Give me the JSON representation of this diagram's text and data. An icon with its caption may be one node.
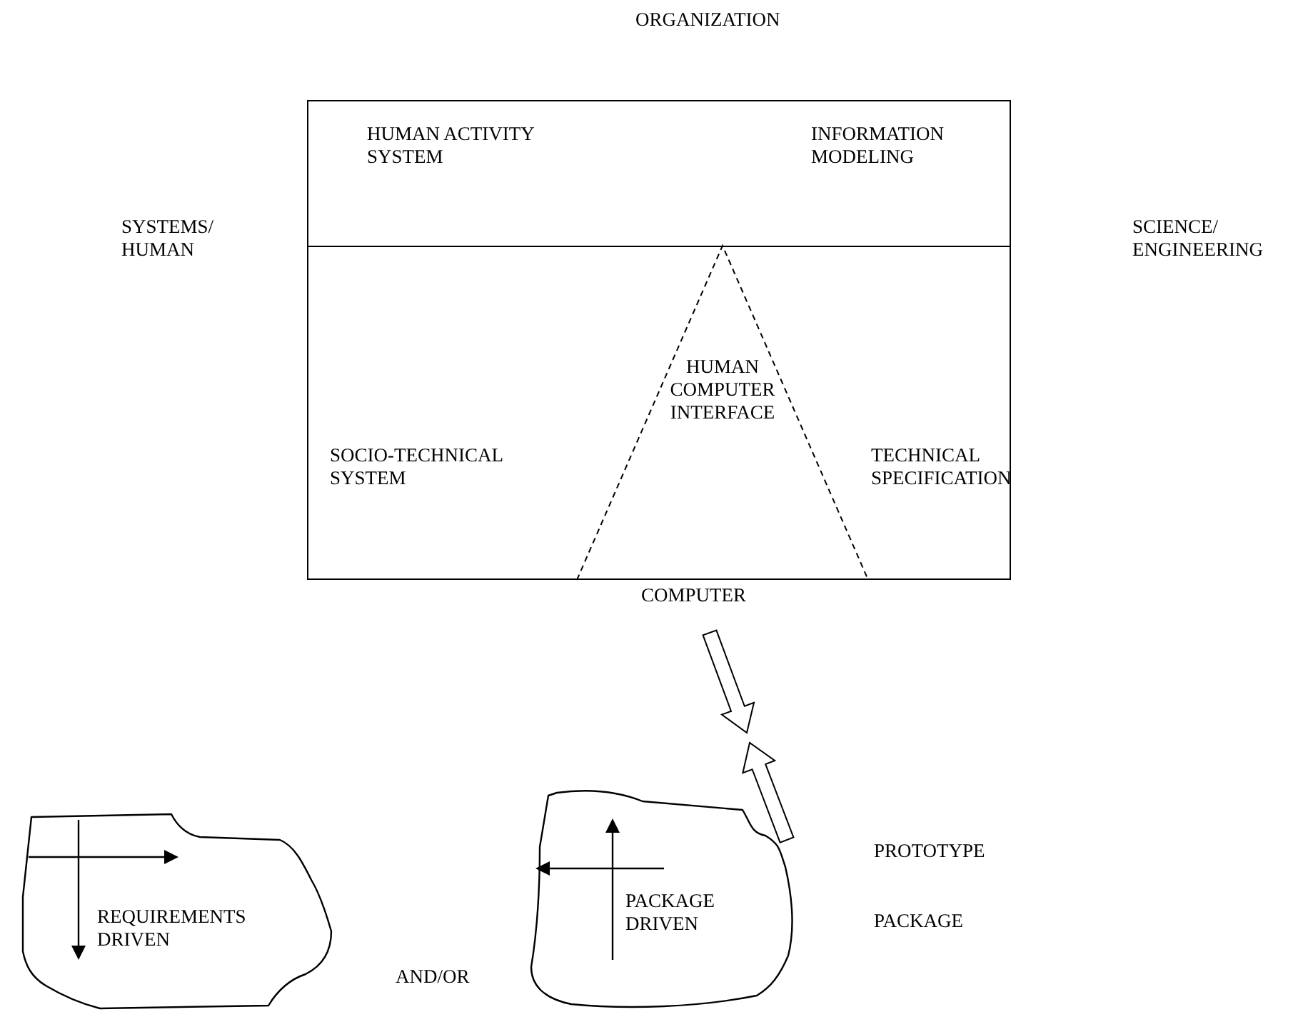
{
  "diagram": {
    "nodes": [
      {
        "text": [
          "HUMAN ACTIVITY SYSTEM",
          "INFORMATION MODELING"
        ]
      },
      {
        "text": [
          "SOCIO-TECHNICAL SYSTEM",
          "TECHNICAL SPECIFICATION"
        ]
      },
      {
        "text": [
          "HUMAN COMPUTER INTERFACE"
        ],
        "in": 1
      },
      {
        "text": [
          "REQUIREMENTS DRIVEN"
        ]
      },
      {
        "text": [
          "PACKAGE DRIVEN"
        ]
      }
    ],
    "labels": [
      "ORGANIZATION",
      "SYSTEMS/ HUMAN",
      "SCIENCE/ ENGINEERING",
      "COMPUTER",
      "PROTOTYPE",
      "PACKAGE",
      "AND/OR"
    ]
  }
}
